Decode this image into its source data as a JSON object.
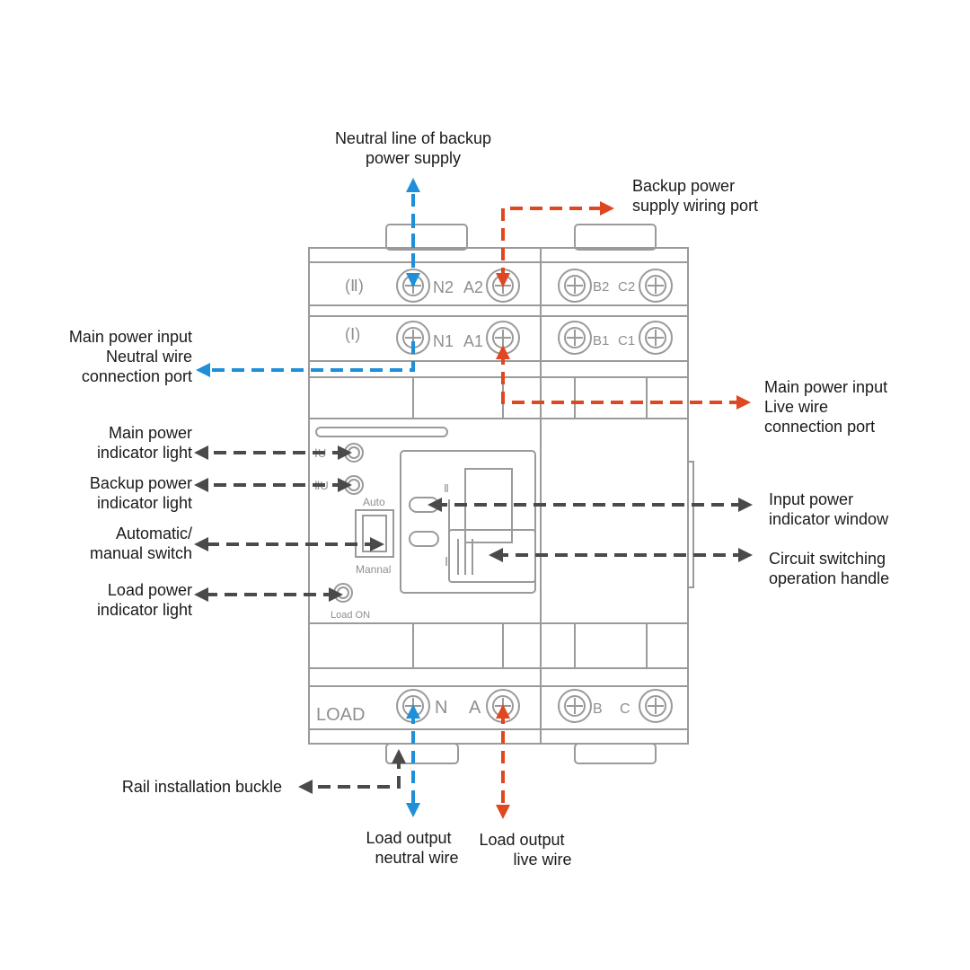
{
  "colors": {
    "neutral_arrow": "#1e8fd8",
    "live_arrow": "#e0461f",
    "pointer_arrow": "#4a4a4a",
    "device_outline": "#9a9a9a"
  },
  "device": {
    "row_backup_mark": "(Ⅱ)",
    "row_main_mark": "(Ⅰ)",
    "backup_terminals": [
      "N2",
      "A2",
      "B2",
      "C2"
    ],
    "main_terminals": [
      "N1",
      "A1",
      "B1",
      "C1"
    ],
    "load_mark": "LOAD",
    "load_terminals": [
      "N",
      "A",
      "B",
      "C"
    ],
    "light_main": "ⅠU",
    "light_backup": "ⅡU",
    "switch_top": "Auto",
    "switch_bottom": "Mannal",
    "load_light": "Load ON",
    "handle_top": "Ⅱ",
    "handle_bottom": "Ⅰ"
  },
  "labels": {
    "neutral_backup": [
      "Neutral line of backup",
      "power supply"
    ],
    "backup_port": [
      "Backup power",
      "supply wiring port"
    ],
    "main_neutral_port": [
      "Main power input",
      "Neutral wire",
      "connection port"
    ],
    "main_live_port": [
      "Main power input",
      "Live wire",
      "connection port"
    ],
    "main_light": [
      "Main power",
      "indicator light"
    ],
    "backup_light": [
      "Backup power",
      "indicator light"
    ],
    "auto_manual": [
      "Automatic/",
      "manual switch"
    ],
    "load_light": [
      "Load power",
      "indicator light"
    ],
    "input_window": [
      "Input power",
      "indicator window"
    ],
    "handle": [
      "Circuit switching",
      "operation handle"
    ],
    "rail": [
      "Rail installation buckle"
    ],
    "load_neutral": [
      "Load output",
      "neutral wire"
    ],
    "load_live": [
      "Load output",
      "live wire"
    ]
  }
}
